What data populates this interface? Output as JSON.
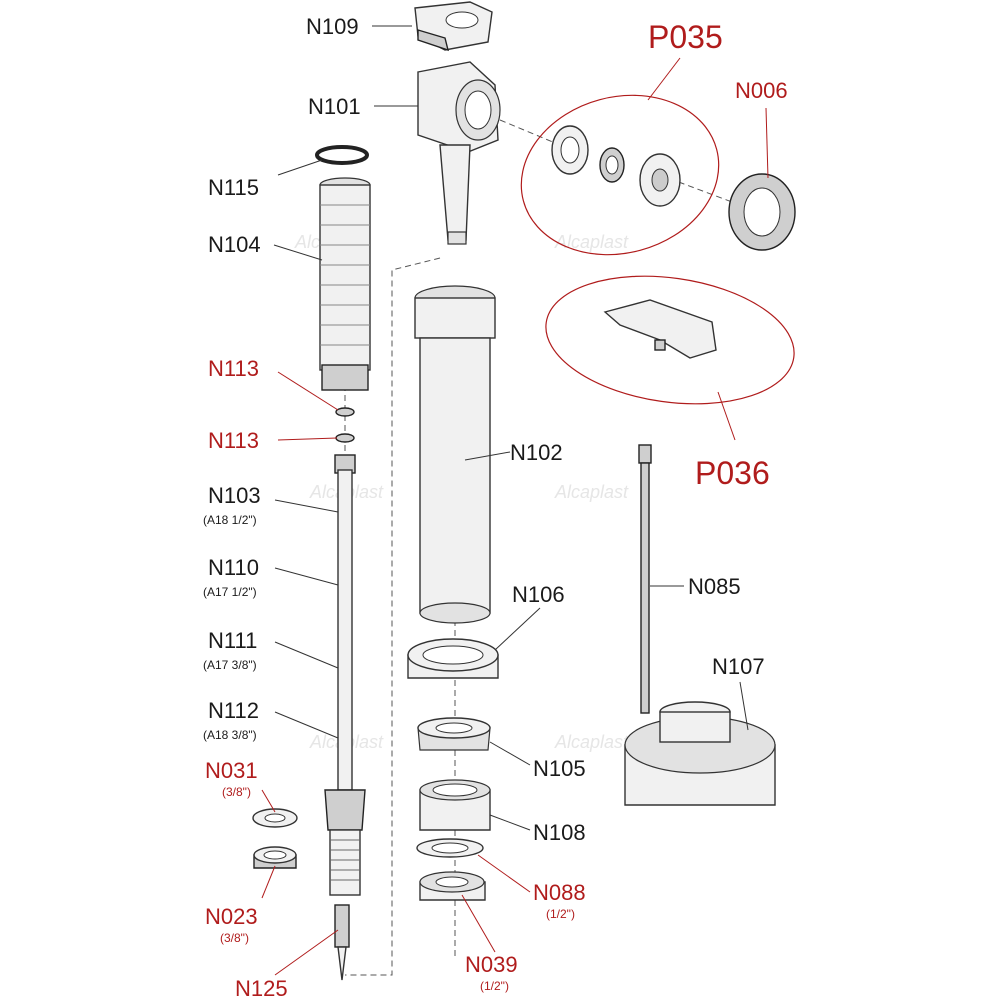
{
  "labels": {
    "N109": "N109",
    "N101": "N101",
    "N115": "N115",
    "N104": "N104",
    "N113a": "N113",
    "N113b": "N113",
    "N103": "N103",
    "N103_sub": "(A18 1/2\")",
    "N110": "N110",
    "N110_sub": "(A17 1/2\")",
    "N111": "N111",
    "N111_sub": "(A17 3/8\")",
    "N112": "N112",
    "N112_sub": "(A18 3/8\")",
    "N031": "N031",
    "N031_sub": "(3/8\")",
    "N023": "N023",
    "N023_sub": "(3/8\")",
    "N125": "N125",
    "N102": "N102",
    "N106": "N106",
    "N105": "N105",
    "N108": "N108",
    "N088": "N088",
    "N088_sub": "(1/2\")",
    "N039": "N039",
    "N039_sub": "(1/2\")",
    "P035": "P035",
    "N006": "N006",
    "P036": "P036",
    "N085": "N085",
    "N107": "N107"
  },
  "watermark": "Alcaplast",
  "colors": {
    "red_label": "#b01c1c",
    "black_label": "#1a1a1a"
  }
}
